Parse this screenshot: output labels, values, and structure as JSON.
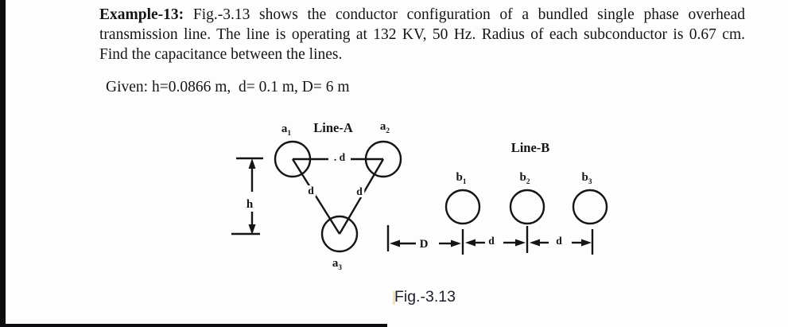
{
  "problem": {
    "label_bold": "Example-13:",
    "line1_rest": " Fig.-3.13 shows the conductor configuration of a bundled single phase overhead",
    "line2": "transmission line. The line is operating at 132 KV, 50 Hz. Radius of each subconductor is 0.67 cm.",
    "line3": "Find the capacitance between the lines.",
    "given": "Given: h=0.0866 m,  d= 0.1 m, D= 6 m"
  },
  "figure": {
    "caption": "Fig.-3.13",
    "line_a_title": "Line-A",
    "line_b_title": "Line-B",
    "conductors_a": [
      {
        "base": "a",
        "sub": "1"
      },
      {
        "base": "a",
        "sub": "2"
      },
      {
        "base": "a",
        "sub": "3"
      }
    ],
    "conductors_b": [
      {
        "base": "b",
        "sub": "1"
      },
      {
        "base": "b",
        "sub": "2"
      },
      {
        "base": "b",
        "sub": "3"
      }
    ],
    "labels": {
      "h": "h",
      "d_top": ". d",
      "d_diag_left": "d",
      "d_diag_right": "d",
      "D": "D",
      "d_span1": "d",
      "d_span2": "d"
    },
    "ink_color": "#151515"
  }
}
